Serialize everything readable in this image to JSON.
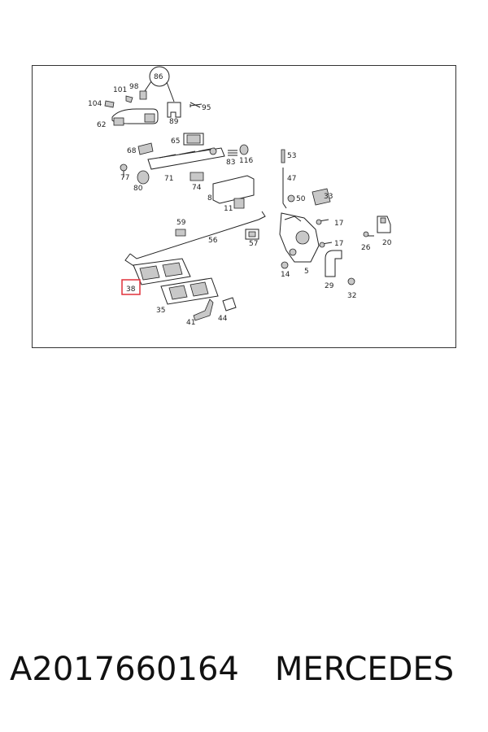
{
  "diagram": {
    "callouts": [
      "86",
      "98",
      "101",
      "104",
      "95",
      "62",
      "89",
      "65",
      "68",
      "83",
      "116",
      "53",
      "77",
      "71",
      "80",
      "74",
      "47",
      "50",
      "33",
      "8",
      "11",
      "59",
      "17",
      "20",
      "26",
      "56",
      "57",
      "14",
      "5",
      "29",
      "38",
      "32",
      "35",
      "41",
      "44"
    ],
    "highlighted_callout": "38",
    "highlight_color": "#e0303a"
  },
  "caption": {
    "part_number": "A2017660164",
    "brand": "MERCEDES"
  }
}
